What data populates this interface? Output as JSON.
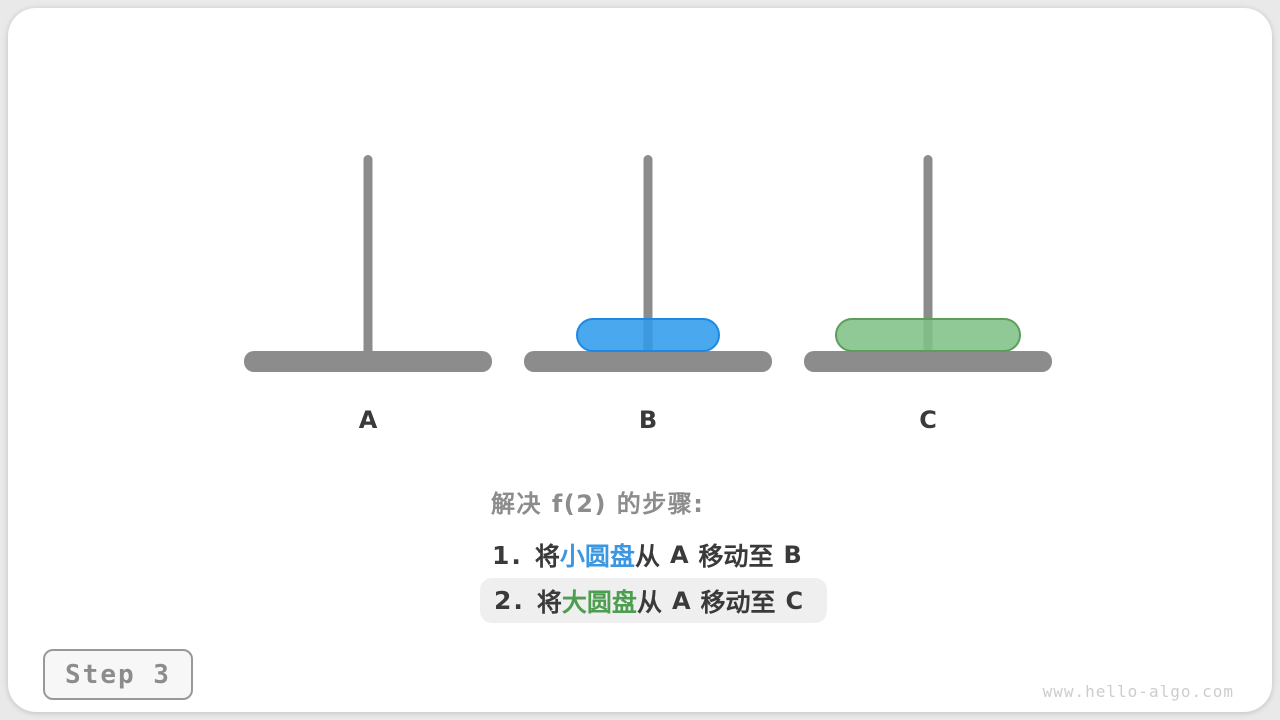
{
  "figure": {
    "pegs": [
      {
        "label": "A"
      },
      {
        "label": "B"
      },
      {
        "label": "C"
      }
    ],
    "disks": [
      {
        "name": "small-disk",
        "peg": "B",
        "color": "#49a8ee"
      },
      {
        "name": "large-disk",
        "peg": "C",
        "color": "#90c995"
      }
    ]
  },
  "caption": {
    "title": "解决 f(2) 的步骤:",
    "steps": [
      {
        "number": "1.",
        "segments": {
          "action": "将",
          "disk": "小圆盘",
          "from_word": "从",
          "from": "A",
          "move_word": "移动至",
          "to": "B"
        },
        "highlighted": false
      },
      {
        "number": "2.",
        "segments": {
          "action": "将",
          "disk": "大圆盘",
          "from_word": "从",
          "from": "A",
          "move_word": "移动至",
          "to": "C"
        },
        "highlighted": true
      }
    ]
  },
  "footer": {
    "step_badge": "Step 3",
    "watermark": "www.hello-algo.com"
  },
  "theme": {
    "page_bg": "#e9e9e9",
    "card_bg": "#ffffff",
    "peg_gray": "#8c8c8c",
    "disk_blue": "#49a8ee",
    "disk_blue_border": "#1e88e5",
    "disk_blue_stripe": "#3d99dd",
    "disk_green": "#90c995",
    "disk_green_border": "#5c9e5c",
    "disk_green_stripe": "#81bb86",
    "text_dark": "#3a3a3a",
    "text_gray": "#8c8c8c",
    "text_blue": "#3b97e2",
    "text_green": "#4d9e50",
    "highlight_bg": "#efefef",
    "badge_bg": "#f7f7f7",
    "badge_border": "#999999",
    "badge_text": "#8c8c8c",
    "watermark": "#cdcdcd"
  }
}
